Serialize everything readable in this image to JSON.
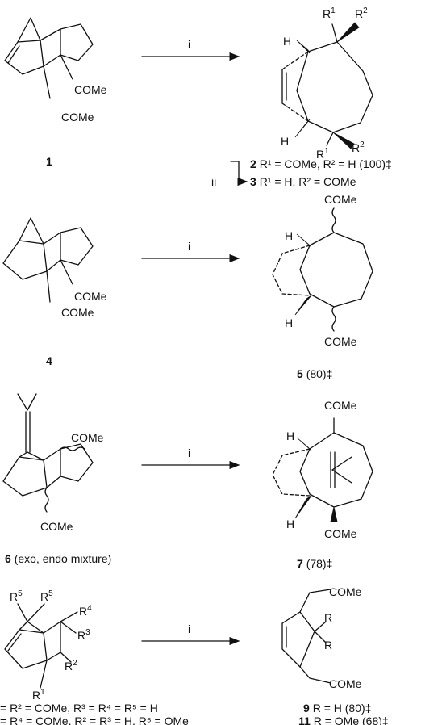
{
  "arrow_reagent": "i",
  "compound1": {
    "number": "1",
    "label_a": "COMe",
    "label_b": "COMe"
  },
  "compound2": {
    "H_top": "H",
    "H_bot": "H",
    "r1": "R",
    "r1_sup": "1",
    "r2": "R",
    "r2_sup": "2"
  },
  "caption2": {
    "number": "2",
    "text": "R¹ = COMe, R² = H (100)‡"
  },
  "reagent_ii": "ii",
  "caption3": {
    "number": "3",
    "text": "R¹ = H, R² = COMe"
  },
  "compound4": {
    "number": "4",
    "label_a": "COMe",
    "label_b": "COMe"
  },
  "compound5": {
    "H_top": "H",
    "H_bot": "H",
    "label_top": "COMe",
    "label_bot": "COMe",
    "number": "5",
    "yield": "(80)‡"
  },
  "compound6": {
    "number": "6",
    "label_a": "COMe",
    "label_b": "COMe",
    "note": "(exo, endo mixture)"
  },
  "compound7": {
    "H_top": "H",
    "H_bot": "H",
    "label_top": "COMe",
    "label_bot": "COMe",
    "number": "7",
    "yield": "(78)‡"
  },
  "compound8_labels": {
    "r5a": "R",
    "r5b": "R",
    "sup5": "5",
    "r4": "R",
    "sup4": "4",
    "r3": "R",
    "sup3": "3",
    "r2": "R",
    "sup2": "2",
    "r1": "R",
    "sup1": "1"
  },
  "caption8": "= R² = COMe, R³ = R⁴ = R⁵ = H",
  "caption10": "= R⁴ = COMe, R² = R³ = H, R⁵ = OMe",
  "compound9": {
    "label_top": "COMe",
    "label_bot": "COMe",
    "r_a": "R",
    "r_b": "R"
  },
  "caption9": {
    "number": "9",
    "text": "R = H (80)‡"
  },
  "caption11": {
    "number": "11",
    "text": "R = OMe (68)‡"
  }
}
